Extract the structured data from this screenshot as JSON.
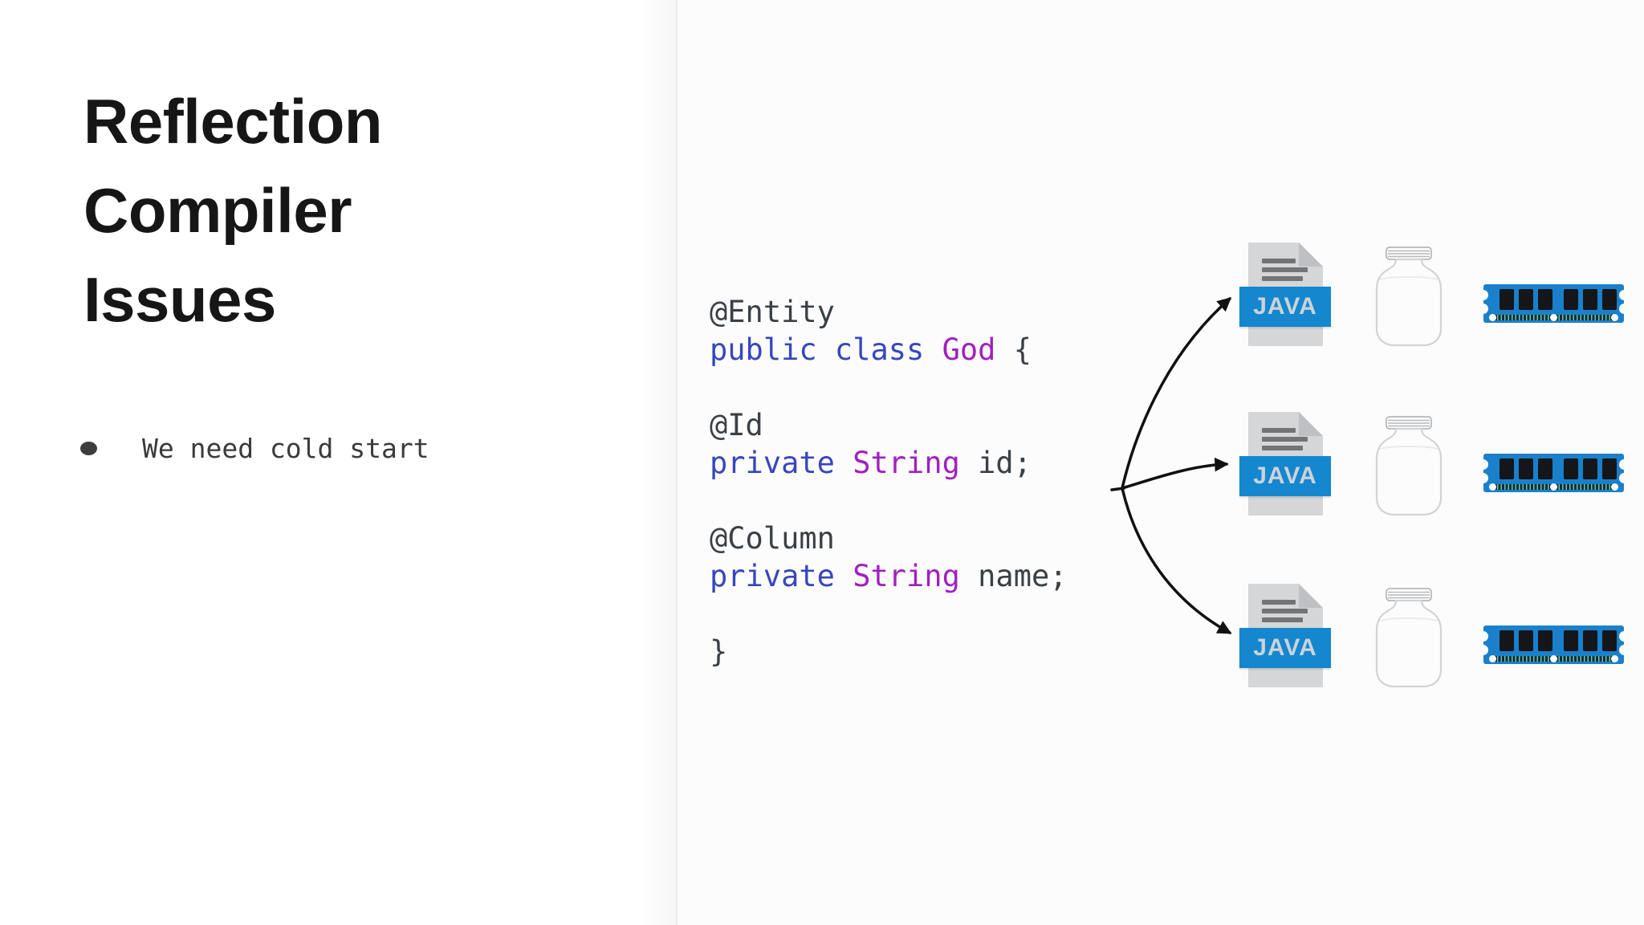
{
  "slide": {
    "title_lines": [
      "Reflection",
      "Compiler",
      "Issues"
    ],
    "bullet_text": "We need cold start"
  },
  "code": {
    "colors": {
      "plain": "#3a4046",
      "keyword": "#3647bd",
      "type": "#a21fc0"
    },
    "lines": [
      [
        {
          "t": "@Entity",
          "c": "plain"
        }
      ],
      [
        {
          "t": "public class ",
          "c": "keyword"
        },
        {
          "t": "God ",
          "c": "type"
        },
        {
          "t": "{",
          "c": "plain"
        }
      ],
      [],
      [
        {
          "t": "@Id",
          "c": "plain"
        }
      ],
      [
        {
          "t": "private ",
          "c": "keyword"
        },
        {
          "t": "String ",
          "c": "type"
        },
        {
          "t": "id;",
          "c": "plain"
        }
      ],
      [],
      [
        {
          "t": "@Column",
          "c": "plain"
        }
      ],
      [
        {
          "t": "private ",
          "c": "keyword"
        },
        {
          "t": "String ",
          "c": "type"
        },
        {
          "t": "name;",
          "c": "plain"
        }
      ],
      [],
      [
        {
          "t": "}",
          "c": "plain"
        }
      ]
    ]
  },
  "diagram": {
    "java_file_label": "JAVA",
    "row_count": 3,
    "row_icons": [
      "java-file-icon",
      "jar-icon",
      "ram-icon"
    ],
    "arrow_count": 3,
    "colors": {
      "java_banner_blue": "#1487cf",
      "ram_blue": "#1a80cc",
      "arrow_black": "#111111",
      "doc_gray": "#d5d6d8"
    }
  }
}
